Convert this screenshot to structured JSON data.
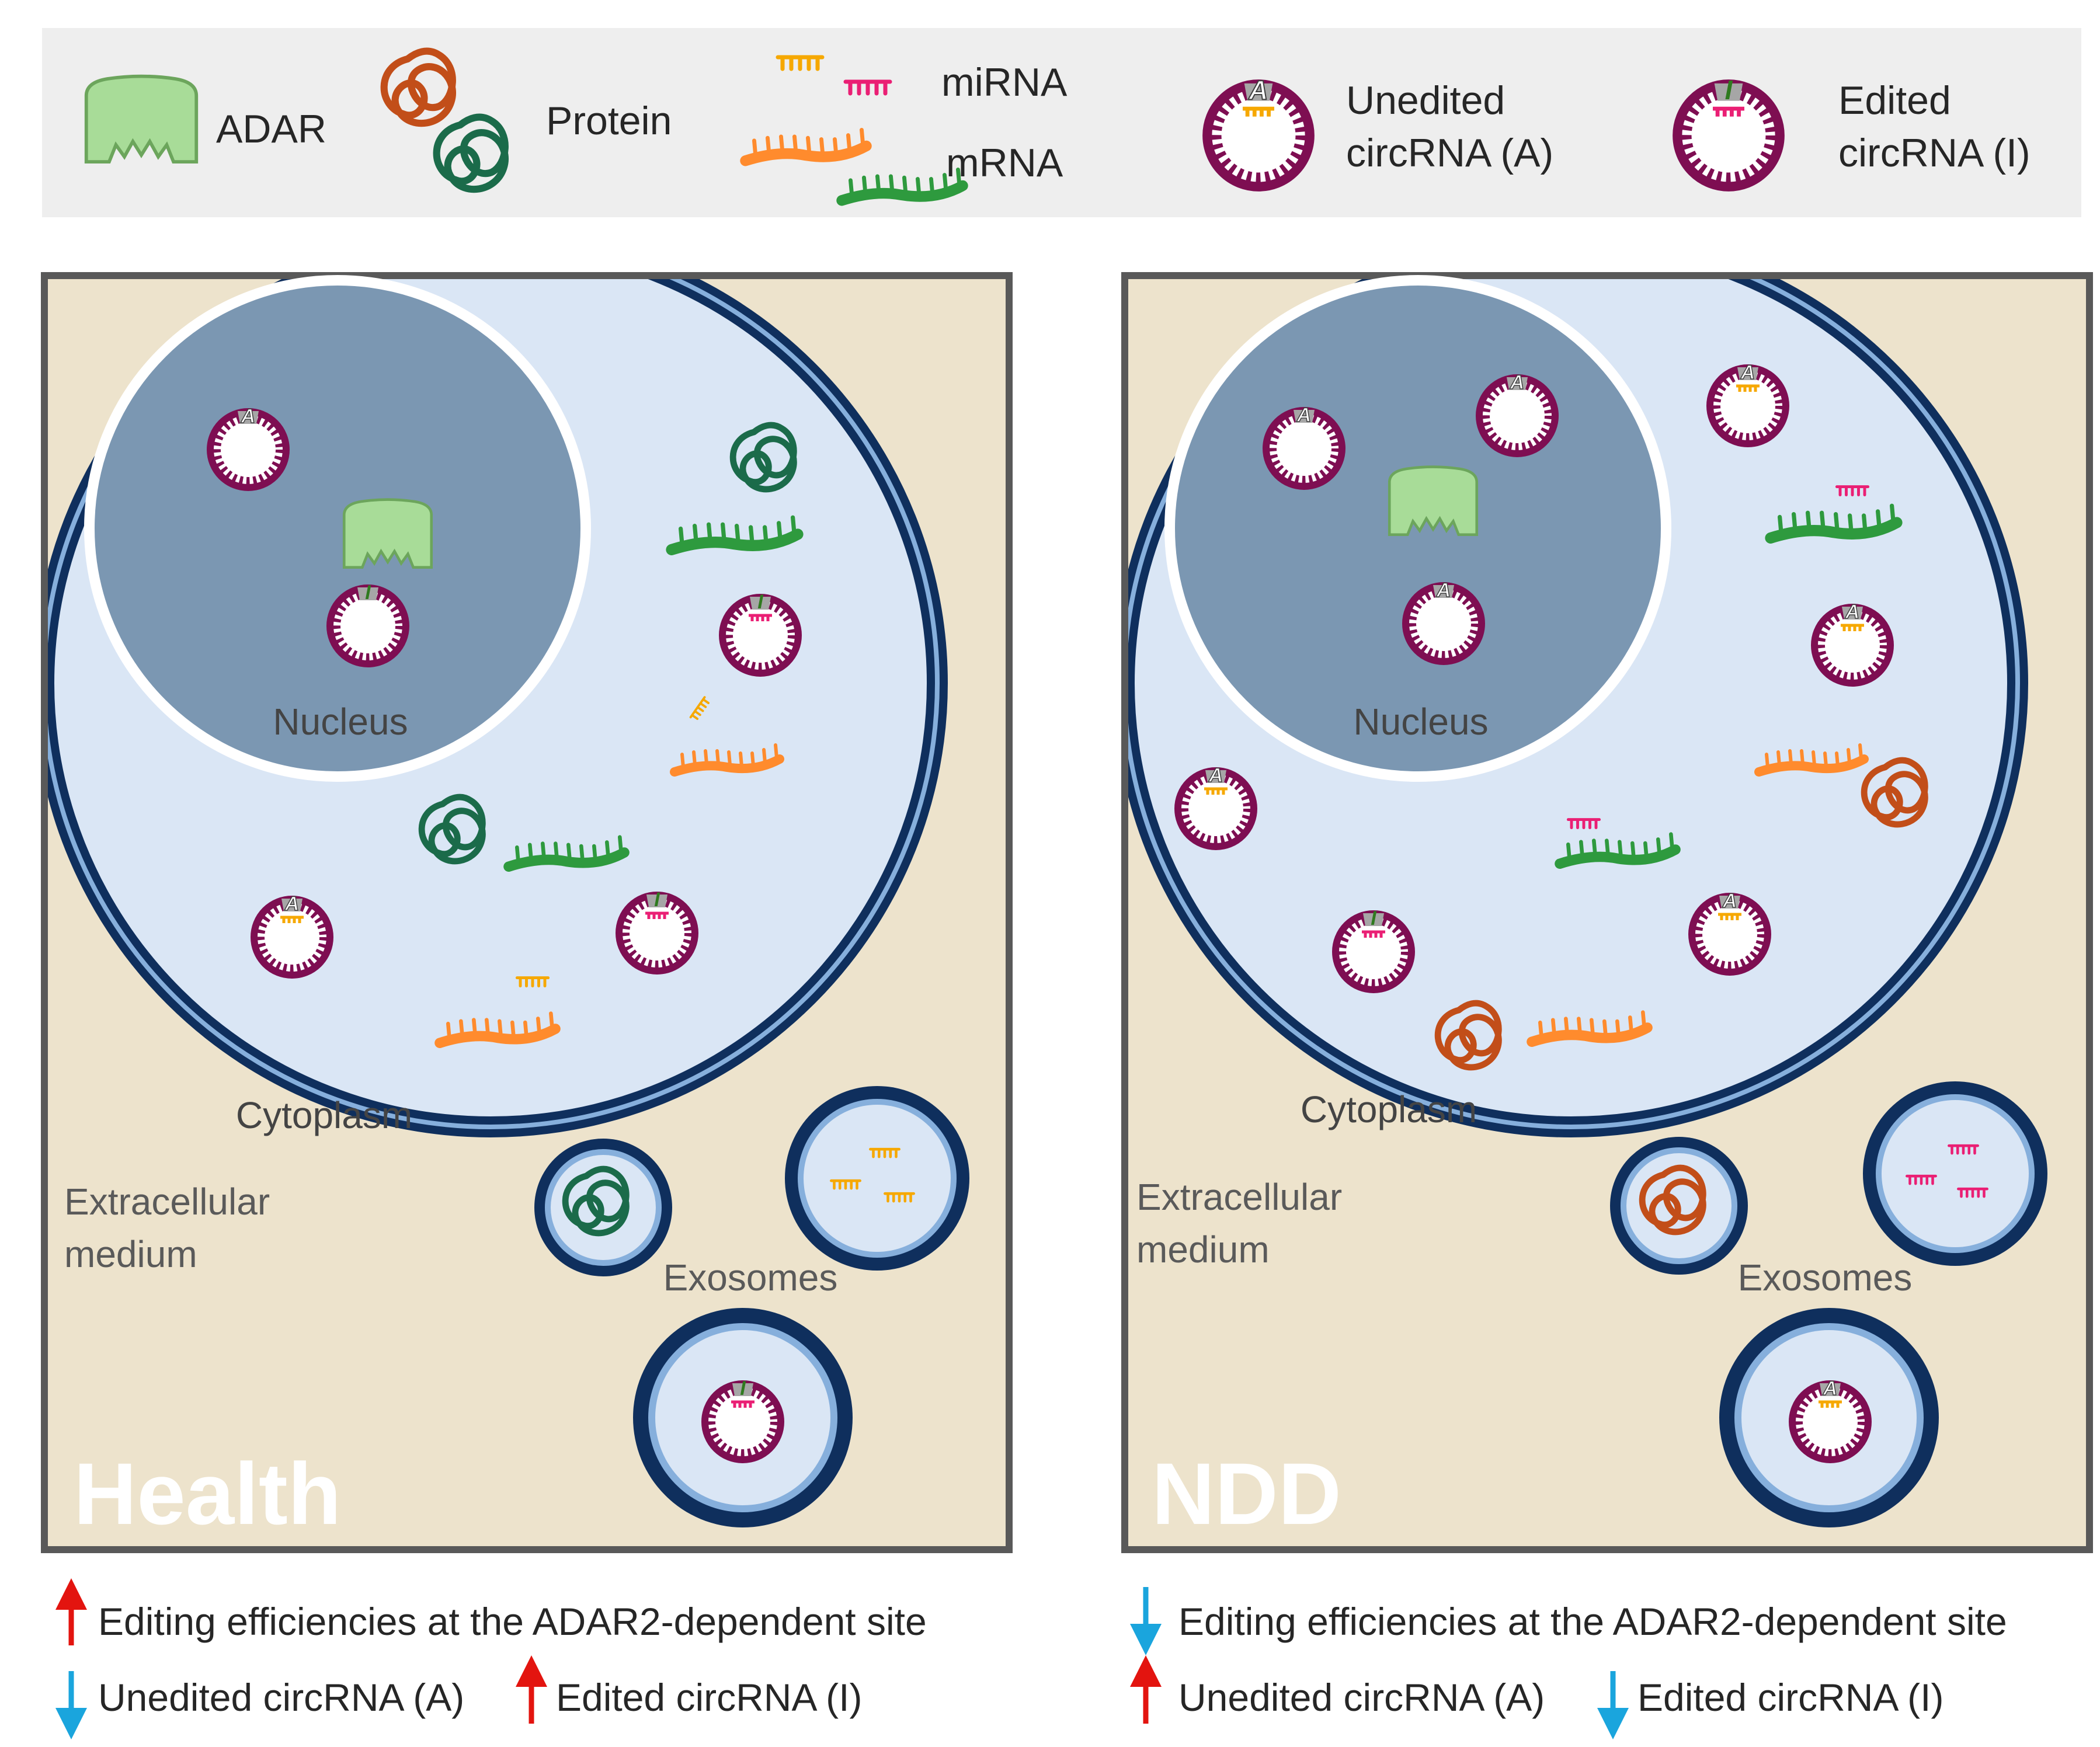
{
  "colors": {
    "legend_bg": "#eeeeee",
    "panel_border": "#595959",
    "extracellular": "#ede3cc",
    "cytoplasm": "#dae6f5",
    "cell_membrane_dark": "#0f2f5d",
    "cell_membrane_light": "#86afdc",
    "nucleus": "#7b97b2",
    "nucleus_border": "#ffffff",
    "circrna": "#7e0e52",
    "adar_fill": "#a8dc98",
    "adar_stroke": "#6ca55c",
    "protein_green": "#1b6b4a",
    "protein_orange": "#c24e19",
    "mirna_yellow": "#f6a800",
    "mirna_pink": "#ea1f74",
    "mrna_orange": "#ff8b2d",
    "mrna_green": "#2e9a3e",
    "label_gray": "#5a5a5a",
    "arrow_up": "#e3140f",
    "arrow_down": "#1aa5dd",
    "edit_mark": "#2f7a1f"
  },
  "legend": {
    "adar": "ADAR",
    "protein": "Protein",
    "mirna": "miRNA",
    "mrna": "mRNA",
    "unedited_line1": "Unedited",
    "unedited_line2": "circRNA (A)",
    "edited_line1": "Edited",
    "edited_line2": "circRNA (I)",
    "letter_a": "A",
    "letter_i": "I"
  },
  "panels": {
    "health": {
      "title": "Health",
      "nucleus": "Nucleus",
      "cytoplasm": "Cytoplasm",
      "extracellular_line1": "Extracellular",
      "extracellular_line2": "medium",
      "exosomes": "Exosomes"
    },
    "ndd": {
      "title": "NDD",
      "nucleus": "Nucleus",
      "cytoplasm": "Cytoplasm",
      "extracellular_line1": "Extracellular",
      "extracellular_line2": "medium",
      "exosomes": "Exosomes"
    }
  },
  "notes": {
    "health": {
      "editing": "Editing efficiencies  at the ADAR2-dependent site",
      "unedited": "Unedited circRNA (A)",
      "edited": "Edited circRNA (I)"
    },
    "ndd": {
      "editing": "Editing efficiencies  at the ADAR2-dependent site",
      "unedited": "Unedited circRNA (A)",
      "edited": "Edited circRNA (I)"
    }
  }
}
